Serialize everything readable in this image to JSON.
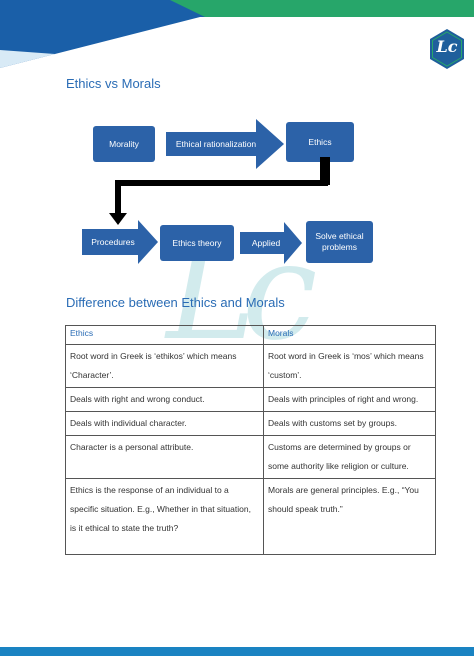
{
  "logo": {
    "text": "Lc",
    "watermark_text": "Lc"
  },
  "section1": {
    "title": "Ethics vs Morals"
  },
  "diagram": {
    "row1": {
      "box1": "Morality",
      "arrow": "Ethical rationalization",
      "box2": "Ethics"
    },
    "row2": {
      "arrow1": "Procedures",
      "box1": "Ethics theory",
      "arrow2": "Applied",
      "box2": "Solve ethical problems"
    }
  },
  "section2": {
    "title": "Difference between Ethics and Morals"
  },
  "table": {
    "headers": [
      "Ethics",
      "Morals"
    ],
    "rows": [
      [
        "Root word in Greek is ‘ethikos’ which means ‘Character’.",
        "Root word in Greek is ‘mos’ which means ‘custom’."
      ],
      [
        "Deals with right and wrong conduct.",
        "Deals with principles of right and wrong."
      ],
      [
        "Deals with individual character.",
        "Deals with customs set by groups."
      ],
      [
        "Character is a personal attribute.",
        "Customs are determined by groups or some authority like religion or culture."
      ],
      [
        "Ethics is the response of an individual to a specific situation. E.g., Whether in that situation, is it ethical to state the truth?",
        "Morals are general principles. E.g., “You should speak truth.”"
      ]
    ]
  },
  "colors": {
    "brand_blue": "#2c62a8",
    "accent_green": "#27a66a",
    "accent_teal": "#7fc7cd",
    "footer_blue": "#1a83c2"
  }
}
